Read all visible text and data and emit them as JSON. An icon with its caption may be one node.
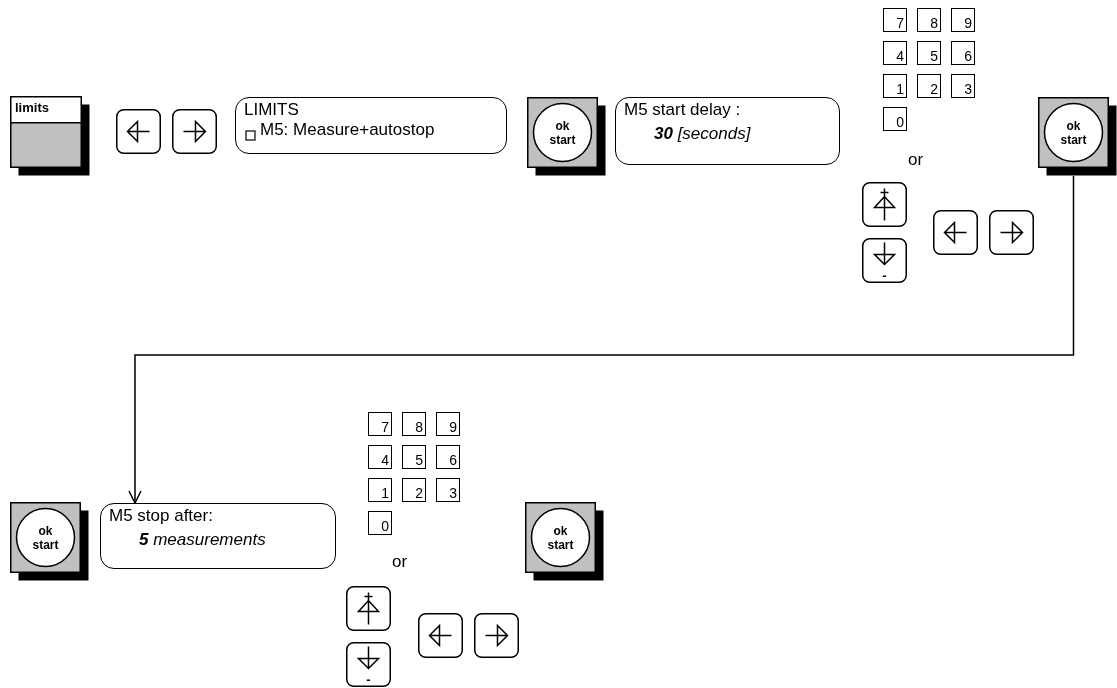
{
  "diagram": {
    "nodes": [
      {
        "text": [
          "limits"
        ]
      },
      {
        "text": [],
        "shape": "box"
      },
      {
        "text": [],
        "shape": "box"
      },
      {
        "text": [
          "LIMITS",
          "M5: Measure+autostop"
        ]
      },
      {
        "text": [
          "ok start"
        ]
      },
      {
        "text": [
          "M5 start delay :",
          "**30** [seconds]"
        ]
      },
      {
        "text": [
          "7"
        ]
      },
      {
        "text": [
          "8"
        ]
      },
      {
        "text": [
          "9"
        ]
      },
      {
        "text": [
          "4"
        ]
      },
      {
        "text": [
          "5"
        ]
      },
      {
        "text": [
          "6"
        ]
      },
      {
        "text": [
          "1"
        ]
      },
      {
        "text": [
          "2"
        ]
      },
      {
        "text": [
          "3"
        ]
      },
      {
        "text": [
          "0"
        ]
      },
      {
        "text": [],
        "shape": "box"
      },
      {
        "text": [
          "-"
        ]
      },
      {
        "text": [],
        "shape": "box"
      },
      {
        "text": [],
        "shape": "box"
      },
      {
        "text": [
          "ok start"
        ]
      },
      {
        "text": [
          "ok start"
        ]
      },
      {
        "text": [
          "M5 stop after:",
          "**5** measurements"
        ]
      },
      {
        "text": [
          "7"
        ]
      },
      {
        "text": [
          "8"
        ]
      },
      {
        "text": [
          "9"
        ]
      },
      {
        "text": [
          "4"
        ]
      },
      {
        "text": [
          "5"
        ]
      },
      {
        "text": [
          "6"
        ]
      },
      {
        "text": [
          "1"
        ]
      },
      {
        "text": [
          "2"
        ]
      },
      {
        "text": [
          "3"
        ]
      },
      {
        "text": [
          "0"
        ]
      },
      {
        "text": [],
        "shape": "box"
      },
      {
        "text": [
          "-"
        ]
      },
      {
        "text": [],
        "shape": "box"
      },
      {
        "text": [],
        "shape": "box"
      },
      {
        "text": [
          "ok start"
        ]
      }
    ],
    "edges": [
      {
        "from": 20,
        "to": 22,
        "arrow": "to"
      }
    ],
    "labels": [
      "or",
      "or"
    ]
  }
}
